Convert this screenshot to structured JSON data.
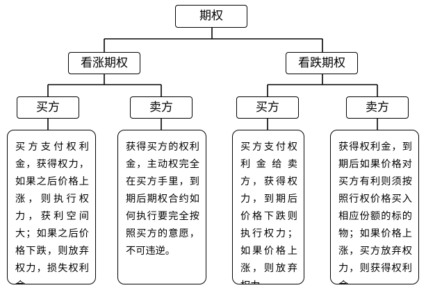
{
  "root": {
    "label": "期权"
  },
  "branches": [
    {
      "label": "看涨期权",
      "children": [
        {
          "label": "买方",
          "description": "买方支付权利金，获得权力，如果之后价格上涨，则执行权力，获利空间大；如果之后价格下跌，则放弃权力，损失权利金。"
        },
        {
          "label": "卖方",
          "description": "获得买方的权利金，主动权完全在买方手里，到期后期权合约如何执行要完全按照买方的意愿，不可违逆。"
        }
      ]
    },
    {
      "label": "看跌期权",
      "children": [
        {
          "label": "买方",
          "description": "买方支付权利金给卖方，获得权力，到期后价格下跌则执行权力；如果价格上涨，则放弃权力。"
        },
        {
          "label": "卖方",
          "description": "获得权利金，到期后如果价格对买方有利则须按照行权价格买入相应份额的标的物；如果价格上涨，买方放弃权力，则获得权利金。"
        }
      ]
    }
  ]
}
